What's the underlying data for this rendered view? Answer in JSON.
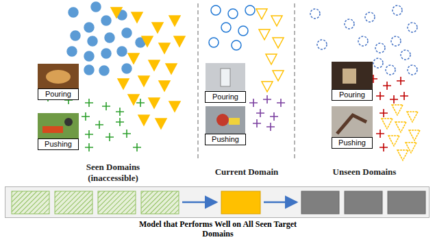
{
  "diagram": {
    "nodes": [
      {
        "text": [
          "Pouring"
        ]
      },
      {
        "text": [
          "Pushing"
        ]
      },
      {
        "text": [
          "Pouring"
        ]
      },
      {
        "text": [
          "Pushing"
        ]
      },
      {
        "text": [
          "Pouring"
        ]
      },
      {
        "text": [
          "Pushing"
        ]
      },
      {
        "text": [
          "Model that Performs Well on All Seen Target Domains"
        ]
      }
    ],
    "labels": [
      "Seen Domains (inaccessible)",
      "Current Domain",
      "Unseen Domains"
    ]
  }
}
